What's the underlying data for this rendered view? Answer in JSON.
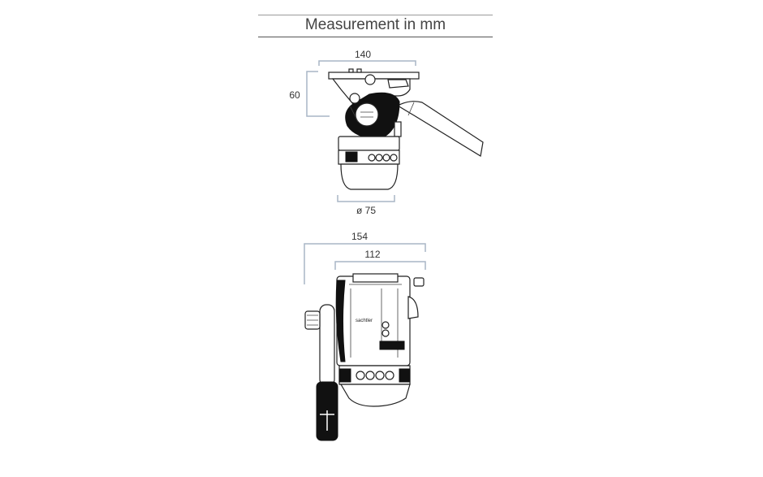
{
  "header": {
    "title": "Measurement in mm"
  },
  "side_view": {
    "width_label": "140",
    "height_label": "60",
    "base_diameter_label": "ø 75"
  },
  "front_view": {
    "overall_width_label": "154",
    "plate_width_label": "112"
  }
}
